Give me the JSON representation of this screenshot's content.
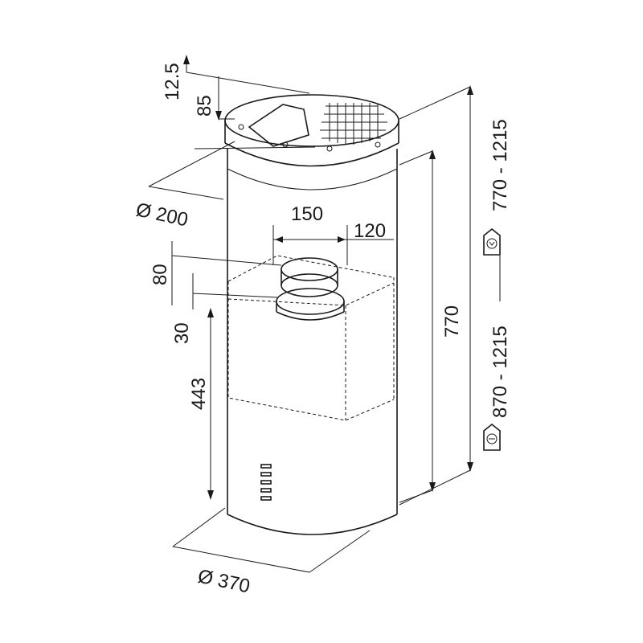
{
  "dimensions": {
    "top_offset": "12.5",
    "collar_height": "85",
    "top_diameter": "Ø 200",
    "outlet_width": "150",
    "outlet_diameter": "120",
    "outlet_height": "80",
    "outlet_gap": "30",
    "lower_height": "443",
    "body_height": "770",
    "bottom_diameter": "Ø 370",
    "extraction_range": "870 - 1215",
    "recirculation_range": "770 - 1215"
  },
  "icons": {
    "extraction": "house-extraction-icon",
    "recirculation": "house-recirculation-icon"
  }
}
